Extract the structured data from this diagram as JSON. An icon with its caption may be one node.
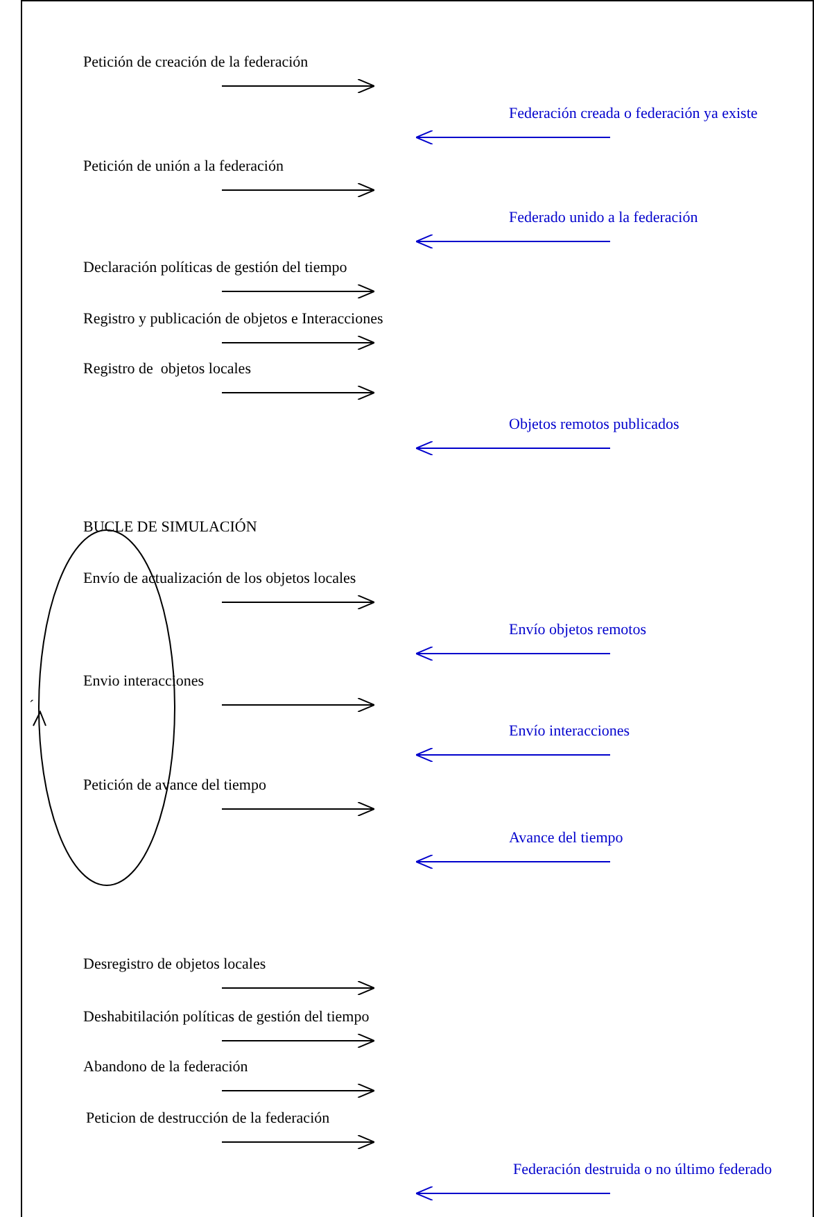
{
  "diagram": {
    "labels": [
      "Petición de creación de la federación",
      "Federación creada o federación ya existe",
      "Petición de unión a la federación",
      "Federado unido a la federación",
      "Declaración políticas de gestión del tiempo",
      "Registro y publicación de objetos e Interacciones",
      "Registro de  objetos locales",
      "Objetos remotos publicados",
      "BUCLE DE SIMULACIÓN",
      "Envío de actualización de los objetos locales",
      "Envío objetos remotos",
      "´",
      "Envio interacciones",
      "Envío interacciones",
      "Petición de avance del tiempo",
      "Avance del tiempo",
      "Desregistro de objetos locales",
      "Deshabitilación políticas de gestión del tiempo",
      "Abandono de la federación",
      "Peticion de destrucción de la federación",
      "Federación destruida o no último federado"
    ]
  }
}
